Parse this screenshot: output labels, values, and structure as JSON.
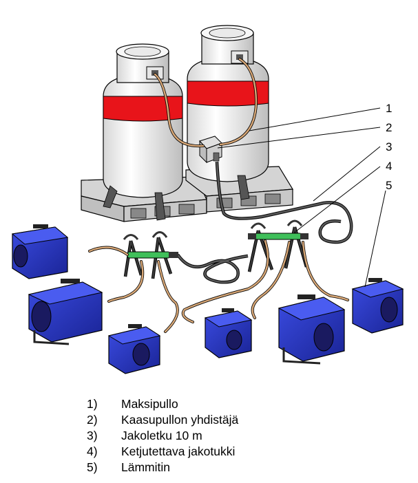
{
  "callouts": [
    "1",
    "2",
    "3",
    "4",
    "5"
  ],
  "legend": [
    {
      "num": "1)",
      "text": "Maksipullo"
    },
    {
      "num": "2)",
      "text": "Kaasupullon yhdistäjä"
    },
    {
      "num": "3)",
      "text": "Jakoletku 10 m"
    },
    {
      "num": "4)",
      "text": "Ketjutettava jakotukki"
    },
    {
      "num": "5)",
      "text": "Lämmitin"
    }
  ],
  "colors": {
    "tank_body": "#f2f2f2",
    "tank_band": "#e8141a",
    "pallet": "#cfcfcf",
    "heater": "#2233c8",
    "hose_orange": "#d9a877",
    "hose_dark": "#444444",
    "manifold": "#3fbf5a",
    "stand": "#3a3a3a"
  }
}
